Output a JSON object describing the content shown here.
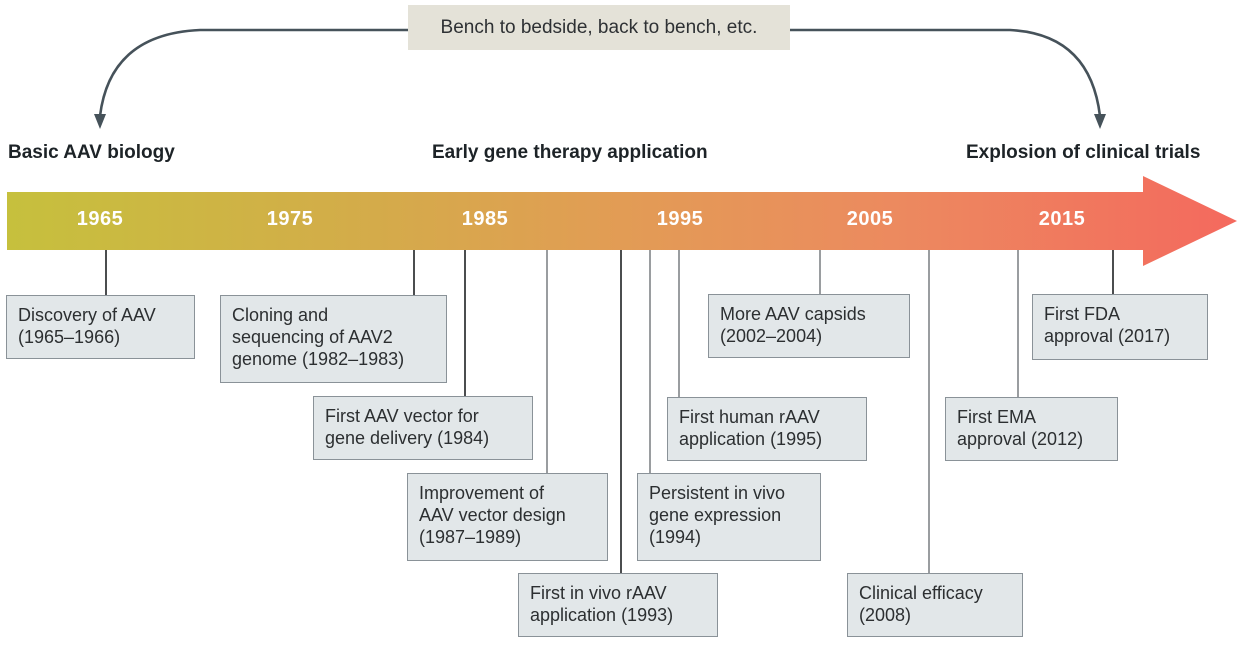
{
  "banner": {
    "label": "Bench to bedside, back to bench, etc."
  },
  "sections": [
    {
      "label": "Basic AAV biology"
    },
    {
      "label": "Early gene therapy application"
    },
    {
      "label": "Explosion of clinical trials"
    }
  ],
  "timeline": {
    "years": [
      "1965",
      "1975",
      "1985",
      "1995",
      "2005",
      "2015"
    ],
    "direction": "left-to-right",
    "gradient_start": "#c6c03d",
    "gradient_mid": "#e29c55",
    "gradient_end": "#f4695e"
  },
  "events": [
    {
      "label": "Discovery of AAV (1965–1966)",
      "lines": [
        "Discovery of AAV",
        "(1965–1966)"
      ]
    },
    {
      "label": "Cloning and sequencing of AAV2 genome (1982–1983)",
      "lines": [
        "Cloning and",
        "sequencing of AAV2",
        "genome (1982–1983)"
      ]
    },
    {
      "label": "First AAV vector for gene delivery (1984)",
      "lines": [
        "First AAV vector for",
        "gene delivery (1984)"
      ]
    },
    {
      "label": "Improvement of AAV vector design (1987–1989)",
      "lines": [
        "Improvement of",
        "AAV vector design",
        "(1987–1989)"
      ]
    },
    {
      "label": "First in vivo rAAV application (1993)",
      "lines": [
        "First in vivo rAAV",
        "application (1993)"
      ]
    },
    {
      "label": "Persistent in vivo gene expression (1994)",
      "lines": [
        "Persistent in vivo",
        "gene expression",
        "(1994)"
      ]
    },
    {
      "label": "First human rAAV application (1995)",
      "lines": [
        "First human rAAV",
        "application (1995)"
      ]
    },
    {
      "label": "More AAV capsids (2002–2004)",
      "lines": [
        "More AAV capsids",
        "(2002–2004)"
      ]
    },
    {
      "label": "Clinical efficacy (2008)",
      "lines": [
        "Clinical efficacy",
        "(2008)"
      ]
    },
    {
      "label": "First EMA approval (2012)",
      "lines": [
        "First EMA",
        "approval (2012)"
      ]
    },
    {
      "label": "First FDA approval (2017)",
      "lines": [
        "First FDA",
        "approval (2017)"
      ]
    }
  ],
  "colors": {
    "feedback_arrow": "#46525a",
    "banner_fill": "#e4e2d8",
    "event_box_fill": "#e2e7e9",
    "event_box_border": "#8a9298",
    "connector_dark": "#4b4d4f",
    "connector_light": "#9a9da0",
    "year_text": "#ffffff",
    "header_text": "#1d2327"
  }
}
